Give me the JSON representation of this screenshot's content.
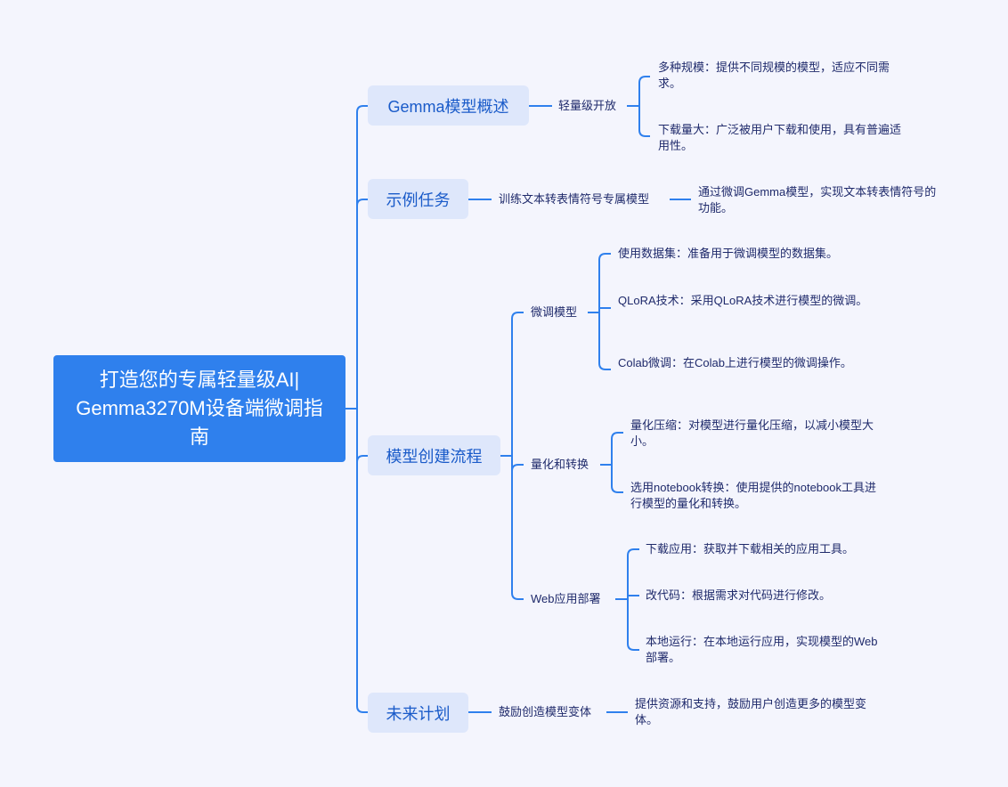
{
  "root": {
    "title": "打造您的专属轻量级AI| Gemma3270M设备端微调指南"
  },
  "branches": [
    {
      "label": "Gemma模型概述",
      "children": [
        {
          "label": "轻量级开放",
          "children": [
            "多种规模：提供不同规模的模型，适应不同需求。",
            "下载量大：广泛被用户下载和使用，具有普遍适用性。"
          ]
        }
      ]
    },
    {
      "label": "示例任务",
      "children": [
        {
          "label": "训练文本转表情符号专属模型",
          "children": [
            "通过微调Gemma模型，实现文本转表情符号的功能。"
          ]
        }
      ]
    },
    {
      "label": "模型创建流程",
      "children": [
        {
          "label": "微调模型",
          "children": [
            "使用数据集：准备用于微调模型的数据集。",
            "QLoRA技术：采用QLoRA技术进行模型的微调。",
            "Colab微调：在Colab上进行模型的微调操作。"
          ]
        },
        {
          "label": "量化和转换",
          "children": [
            "量化压缩：对模型进行量化压缩，以减小模型大小。",
            "选用notebook转换：使用提供的notebook工具进行模型的量化和转换。"
          ]
        },
        {
          "label": "Web应用部署",
          "children": [
            "下载应用：获取并下载相关的应用工具。",
            "改代码：根据需求对代码进行修改。",
            "本地运行：在本地运行应用，实现模型的Web部署。"
          ]
        }
      ]
    },
    {
      "label": "未来计划",
      "children": [
        {
          "label": "鼓励创造模型变体",
          "children": [
            "提供资源和支持，鼓励用户创造更多的模型变体。"
          ]
        }
      ]
    }
  ],
  "colors": {
    "line": "#2f80ed",
    "root": "#2f80ed",
    "l1_bg": "#dee7fb",
    "text": "#1f2a6b"
  }
}
